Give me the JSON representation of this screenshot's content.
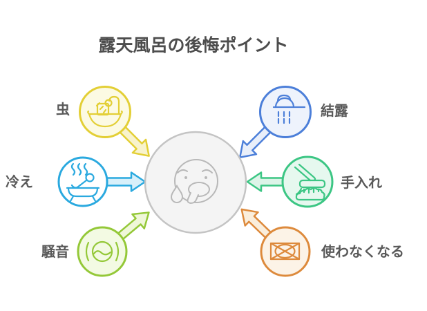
{
  "title": "露天風呂の後悔ポイント",
  "center": {
    "icon": "worried-face-icon",
    "fill": "#F4F4F4",
    "stroke": "#C4C4C4",
    "face_stroke": "#B8B8B8"
  },
  "nodes": [
    {
      "id": "insects",
      "label": "虫",
      "icon": "bathtub-shower-icon",
      "stroke": "#E3CF36",
      "fill": "#FCFAE3",
      "arrow_fill": "#F8F3CC"
    },
    {
      "id": "cold",
      "label": "冷え",
      "icon": "person-bathing-icon",
      "stroke": "#2AA9DF",
      "fill": "#FFFFFF",
      "arrow_fill": "#D8F0FA"
    },
    {
      "id": "noise",
      "label": "騒音",
      "icon": "water-noise-icon",
      "stroke": "#94C838",
      "fill": "#F3FAE3",
      "arrow_fill": "#EFF7D9"
    },
    {
      "id": "condensation",
      "label": "結露",
      "icon": "shower-head-drip-icon",
      "stroke": "#4C7FD9",
      "fill": "#EEF3FC",
      "arrow_fill": "#E9EFFA"
    },
    {
      "id": "maintenance",
      "label": "手入れ",
      "icon": "scrub-brush-icon",
      "stroke": "#3CC684",
      "fill": "#E6F8EF",
      "arrow_fill": "#DDF4E8"
    },
    {
      "id": "disuse",
      "label": "使わなくなる",
      "icon": "crossed-out-bathtub-icon",
      "stroke": "#DD8A3C",
      "fill": "#FCF3E7",
      "arrow_fill": "#FAEEDC"
    }
  ],
  "colors": {
    "background": "#FFFFFF",
    "title": "#4D4D4D",
    "label": "#595959"
  }
}
